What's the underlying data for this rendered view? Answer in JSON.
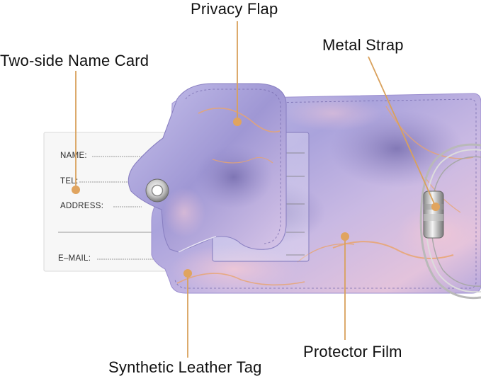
{
  "callouts": {
    "privacy_flap": "Privacy Flap",
    "metal_strap": "Metal Strap",
    "name_card": "Two-side Name Card",
    "protector_film": "Protector Film",
    "leather_tag": "Synthetic Leather Tag"
  },
  "name_card_fields": {
    "name": "NAME:",
    "tel": "TEL:",
    "address": "ADDRESS:",
    "email": "E–MAIL:"
  },
  "colors": {
    "leader": "#d9a15c",
    "dot": "#e0a45f",
    "marble_base": "#b9b4dc",
    "marble_dark": "#7f77b8",
    "marble_pink": "#d8b8dd",
    "gold_vein": "#e8a26c",
    "card": "#f6f6f6"
  }
}
